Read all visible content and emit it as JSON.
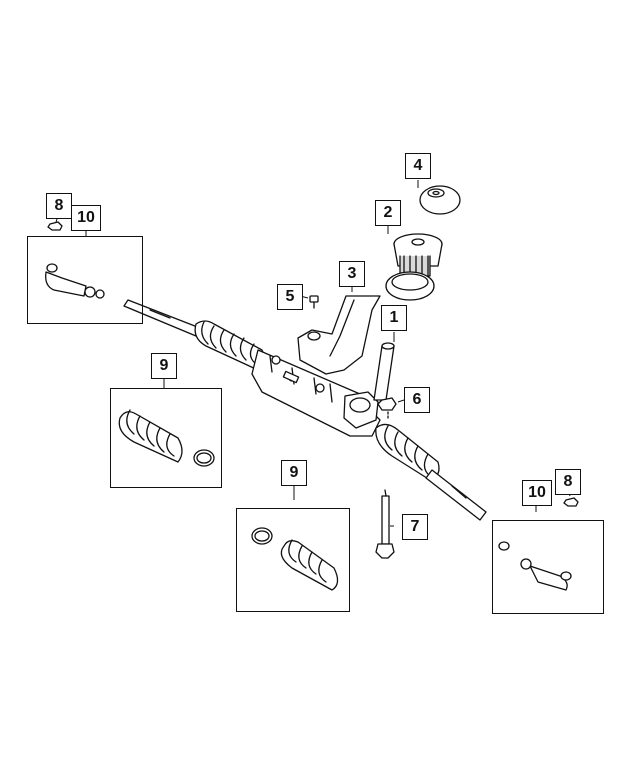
{
  "callouts": {
    "c1": "1",
    "c2": "2",
    "c3": "3",
    "c4": "4",
    "c5": "5",
    "c6": "6",
    "c7": "7",
    "c8_left": "8",
    "c8_right": "8",
    "c9_left": "9",
    "c9_center": "9",
    "c10_left": "10",
    "c10_right": "10"
  },
  "colors": {
    "line": "#111111",
    "fill": "#ffffff",
    "shade": "#d9d9d9"
  }
}
